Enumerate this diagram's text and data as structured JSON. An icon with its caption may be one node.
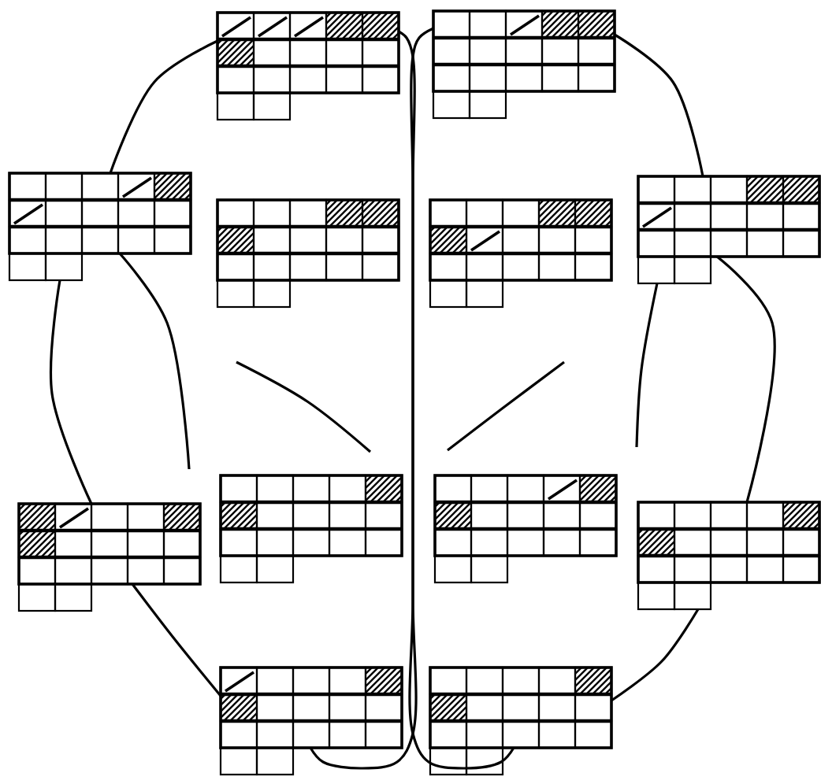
{
  "diagram": {
    "nodes": [
      {
        "text": [],
        "shape": "grid"
      },
      {
        "text": [],
        "shape": "grid"
      },
      {
        "text": [],
        "shape": "grid"
      },
      {
        "text": [],
        "shape": "grid"
      },
      {
        "text": [],
        "shape": "grid"
      },
      {
        "text": [],
        "shape": "grid"
      },
      {
        "text": [],
        "shape": "grid"
      },
      {
        "text": [],
        "shape": "grid"
      },
      {
        "text": [],
        "shape": "grid"
      },
      {
        "text": [],
        "shape": "grid"
      },
      {
        "text": [],
        "shape": "grid"
      },
      {
        "text": [],
        "shape": "grid"
      }
    ],
    "edges": [
      {
        "from": 0,
        "to": 2,
        "arrow": "none"
      },
      {
        "from": 1,
        "to": 5,
        "arrow": "none"
      },
      {
        "from": 2,
        "to": 6,
        "arrow": "none"
      },
      {
        "from": 2,
        "to": null,
        "arrow": "none"
      },
      {
        "from": 5,
        "to": 9,
        "arrow": "none"
      },
      {
        "from": 5,
        "to": null,
        "arrow": "none"
      },
      {
        "from": 6,
        "to": 10,
        "arrow": "none"
      },
      {
        "from": 9,
        "to": 11,
        "arrow": "none"
      },
      {
        "from": 0,
        "to": 10,
        "arrow": "none"
      },
      {
        "from": 1,
        "to": 11,
        "arrow": "none"
      }
    ]
  }
}
